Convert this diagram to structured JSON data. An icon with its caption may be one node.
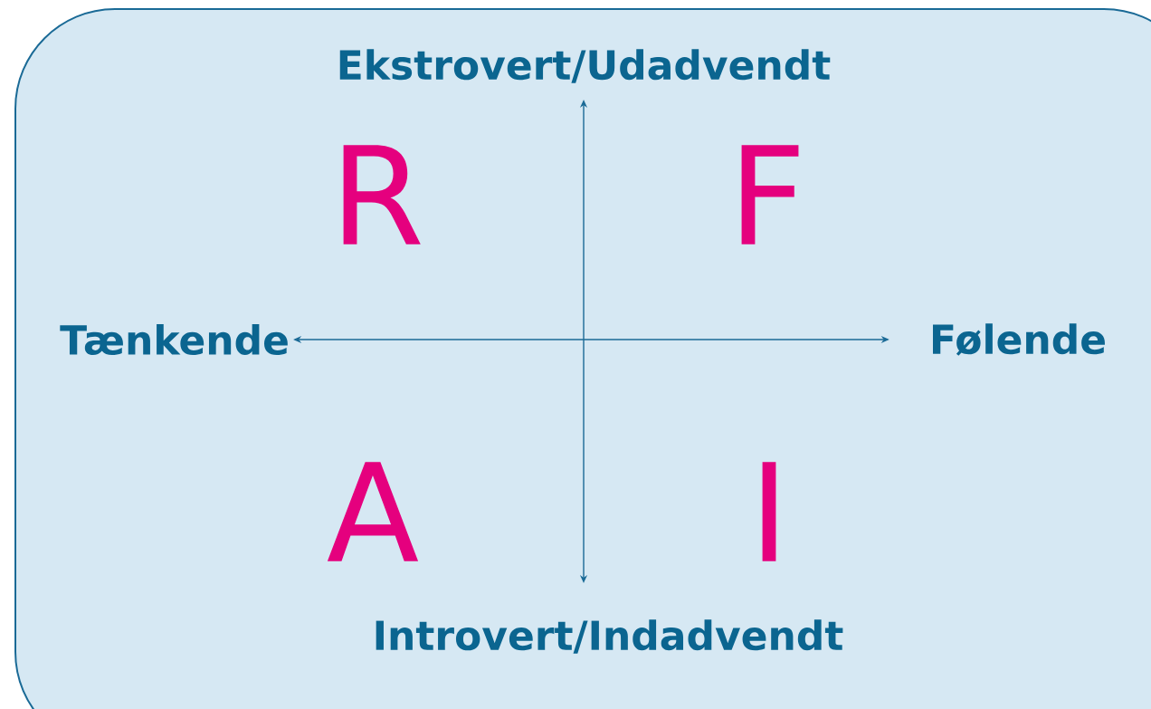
{
  "diagram": {
    "nodes": [
      {
        "text": [
          "Ekstrovert/Udadvendt"
        ]
      },
      {
        "text": [
          "Tænkende"
        ]
      },
      {
        "text": [
          "Følende"
        ]
      },
      {
        "text": [
          "Introvert/Indadvendt"
        ]
      }
    ],
    "edges": [
      {
        "from": 0,
        "to": 3,
        "arrow": "both"
      },
      {
        "from": 1,
        "to": 2,
        "arrow": "both"
      }
    ],
    "labels": [
      "R",
      "F",
      "A",
      "I"
    ]
  }
}
